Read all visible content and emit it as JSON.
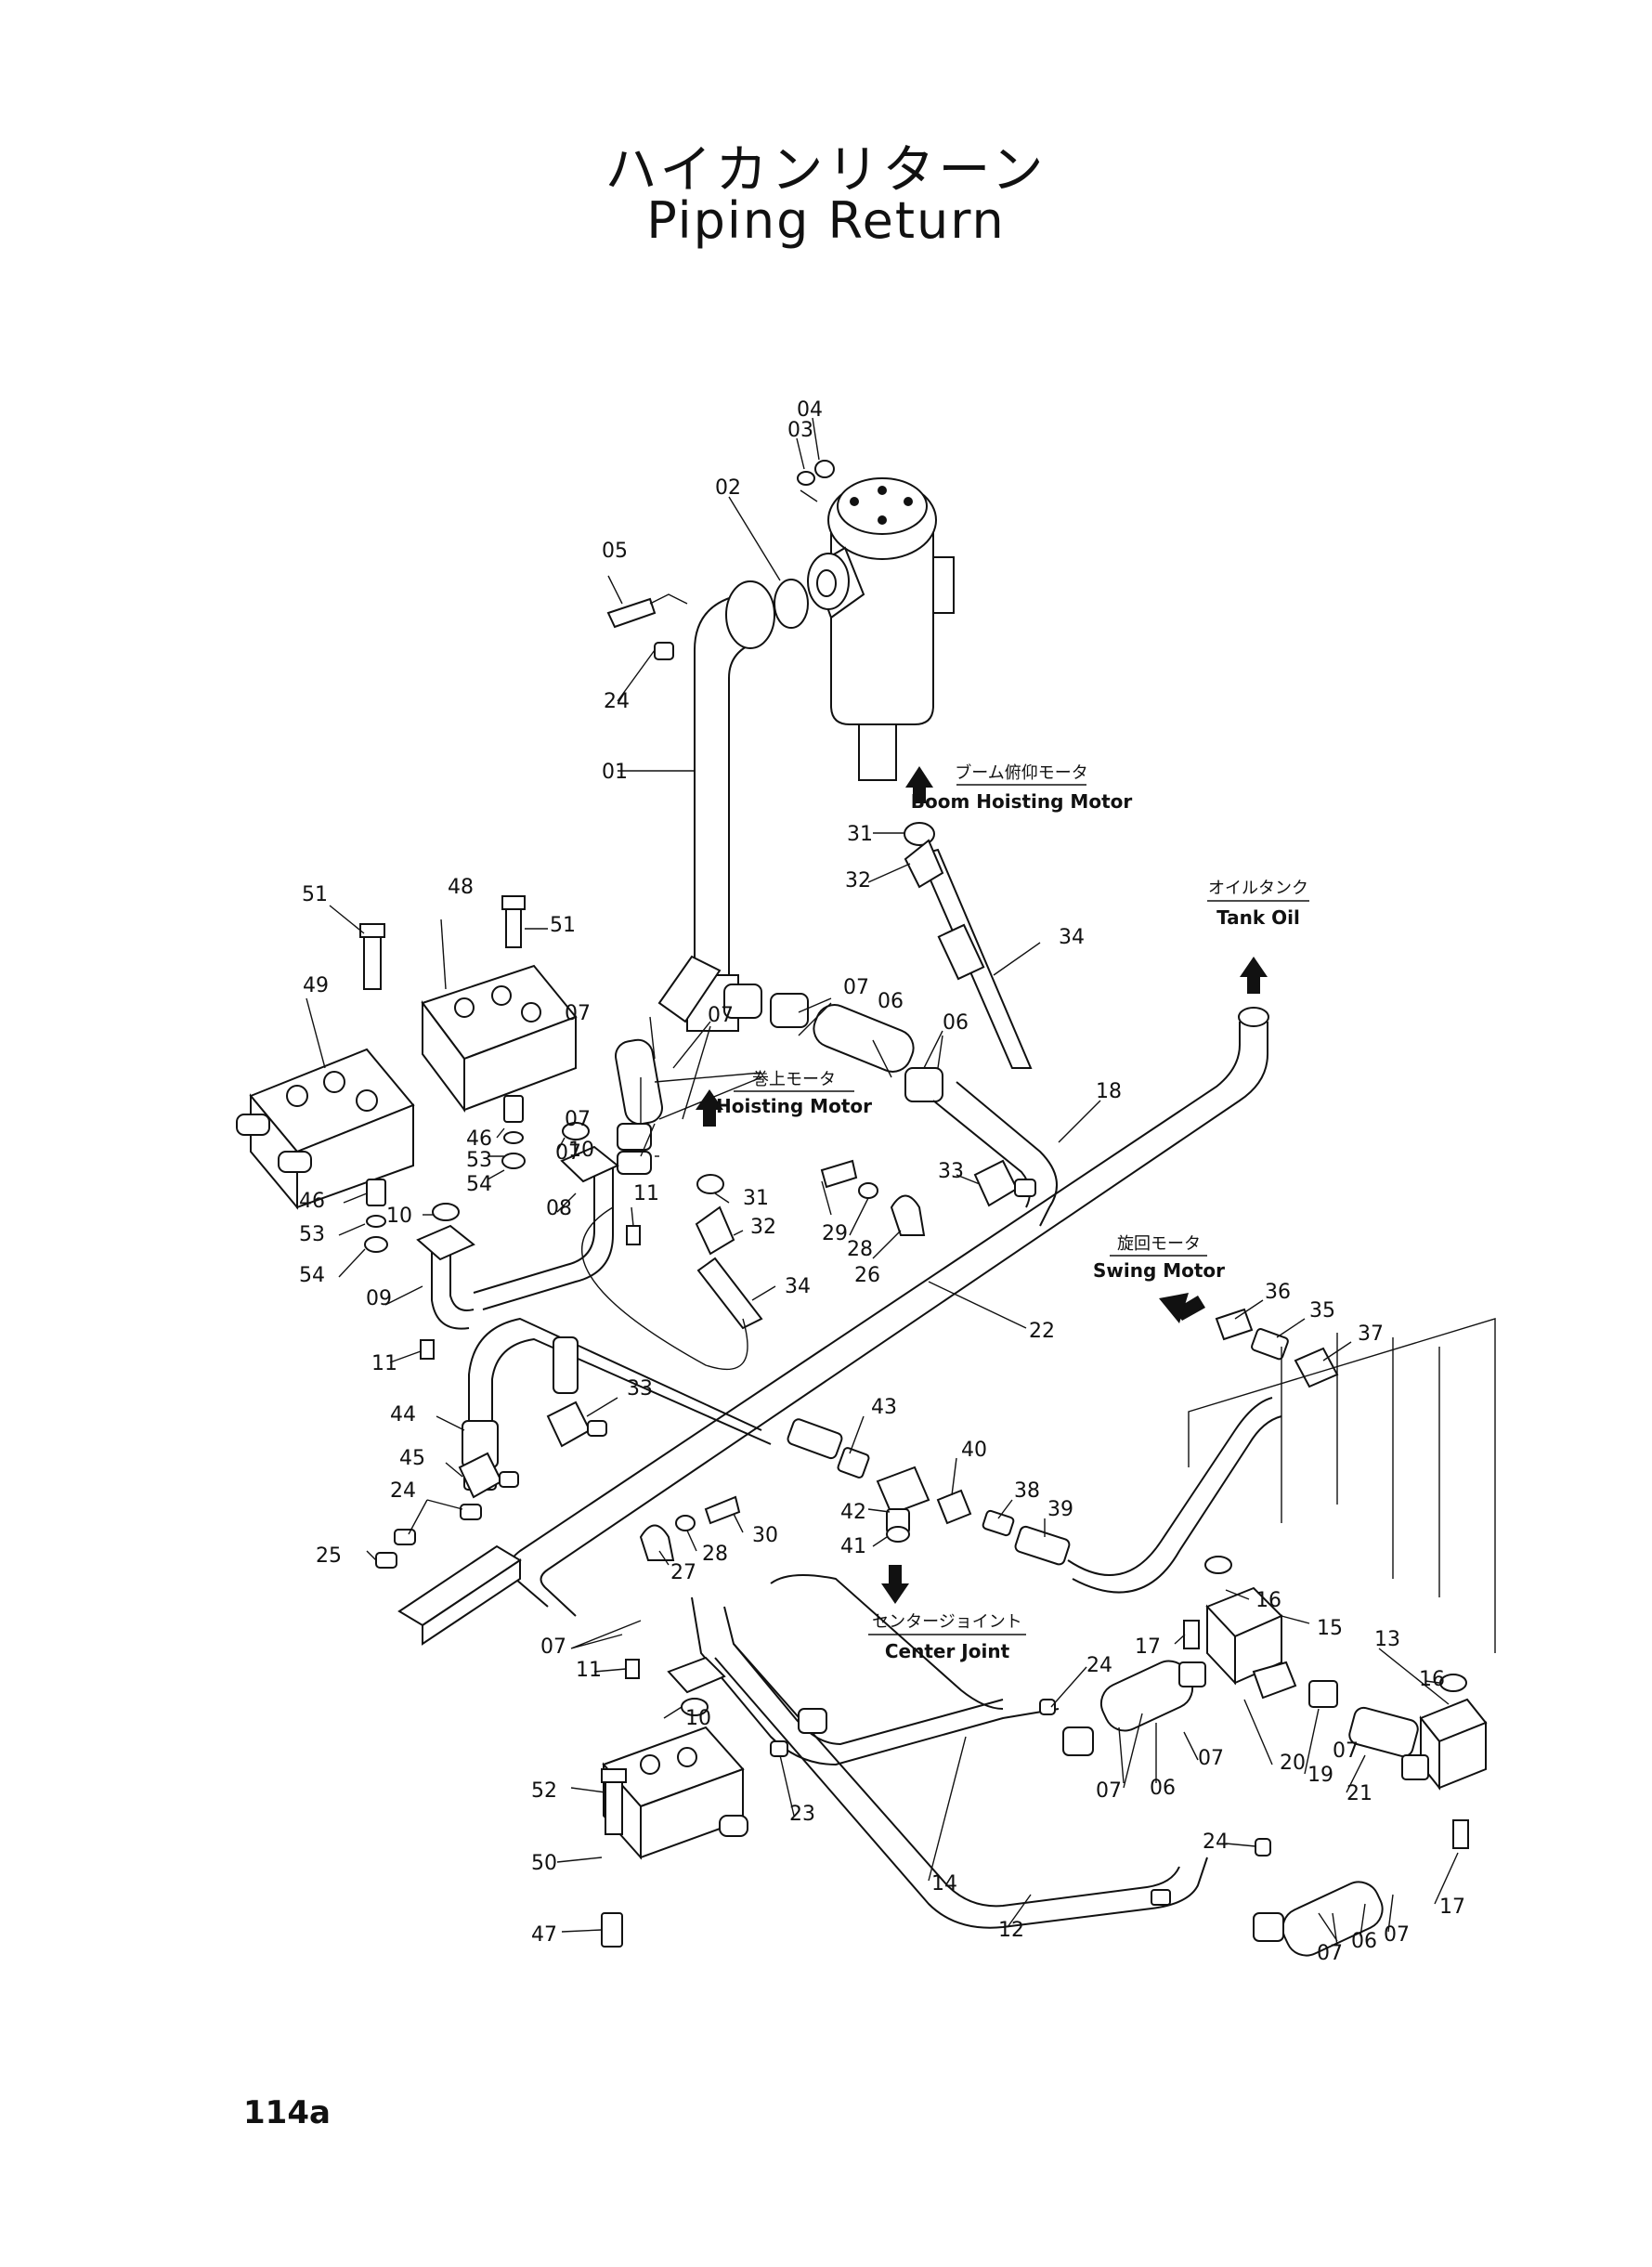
{
  "title": {
    "jp": "ハイカンリターン",
    "en": "Piping Return"
  },
  "page_number": "114a",
  "destinations": {
    "boom": {
      "jp": "ブーム俯仰モータ",
      "en": "Boom Hoisting Motor"
    },
    "tank": {
      "jp": "オイルタンク",
      "en": "Tank Oil"
    },
    "hoisting": {
      "jp": "巻上モータ",
      "en": "Hoisting Motor"
    },
    "swing": {
      "jp": "旋回モータ",
      "en": "Swing Motor"
    },
    "center": {
      "jp": "センタージョイント",
      "en": "Center Joint"
    }
  },
  "labels": [
    "04",
    "03",
    "02",
    "05",
    "24",
    "01",
    "31",
    "32",
    "34",
    "51",
    "48",
    "51",
    "49",
    "07",
    "06",
    "07",
    "06",
    "07",
    "07",
    "07",
    "18",
    "46",
    "53",
    "54",
    "10",
    "08",
    "11",
    "31",
    "32",
    "29",
    "28",
    "26",
    "33",
    "46",
    "53",
    "54",
    "10",
    "09",
    "11",
    "34",
    "22",
    "36",
    "35",
    "37",
    "44",
    "33",
    "43",
    "40",
    "38",
    "39",
    "45",
    "24",
    "42",
    "41",
    "25",
    "30",
    "28",
    "27",
    "16",
    "15",
    "07",
    "11",
    "17",
    "24",
    "13",
    "16",
    "10",
    "07",
    "06",
    "07",
    "20",
    "19",
    "21",
    "52",
    "23",
    "24",
    "50",
    "47",
    "14",
    "12",
    "07",
    "06",
    "07",
    "17",
    "07"
  ]
}
